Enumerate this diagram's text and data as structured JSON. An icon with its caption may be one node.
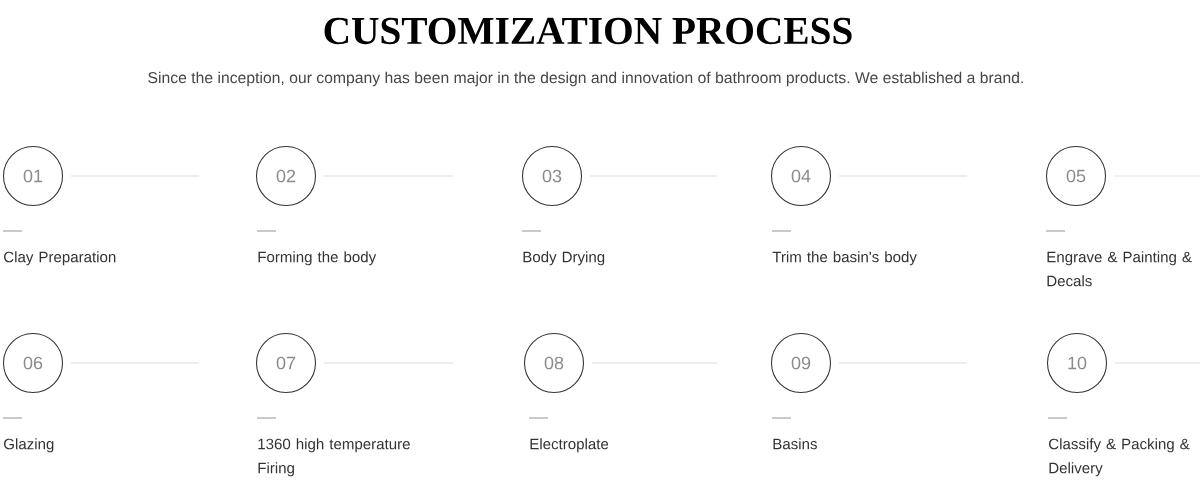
{
  "diagram": {
    "title": "CUSTOMIZATION PROCESS",
    "nodes": [
      {
        "text": [
          "01"
        ],
        "beside": [
          "Clay Preparation"
        ]
      },
      {
        "text": [
          "02"
        ],
        "beside": [
          "Forming the body"
        ]
      },
      {
        "text": [
          "03"
        ],
        "beside": [
          "Body Drying"
        ]
      },
      {
        "text": [
          "04"
        ],
        "beside": [
          "Trim the basin's body"
        ]
      },
      {
        "text": [
          "05"
        ],
        "beside": [
          "Engrave & Painting & Decals"
        ]
      },
      {
        "text": [
          "06"
        ],
        "beside": [
          "Glazing"
        ]
      },
      {
        "text": [
          "07"
        ],
        "beside": [
          "1360 high temperature Firing"
        ]
      },
      {
        "text": [
          "08"
        ],
        "beside": [
          "Electroplate"
        ]
      },
      {
        "text": [
          "09"
        ],
        "beside": [
          "Basins"
        ]
      },
      {
        "text": [
          "10"
        ],
        "beside": [
          "Classify & Packing & Delivery"
        ]
      }
    ],
    "labels": [
      "Since the inception, our company has been major in the design and innovation of bathroom products. We established a brand."
    ]
  }
}
